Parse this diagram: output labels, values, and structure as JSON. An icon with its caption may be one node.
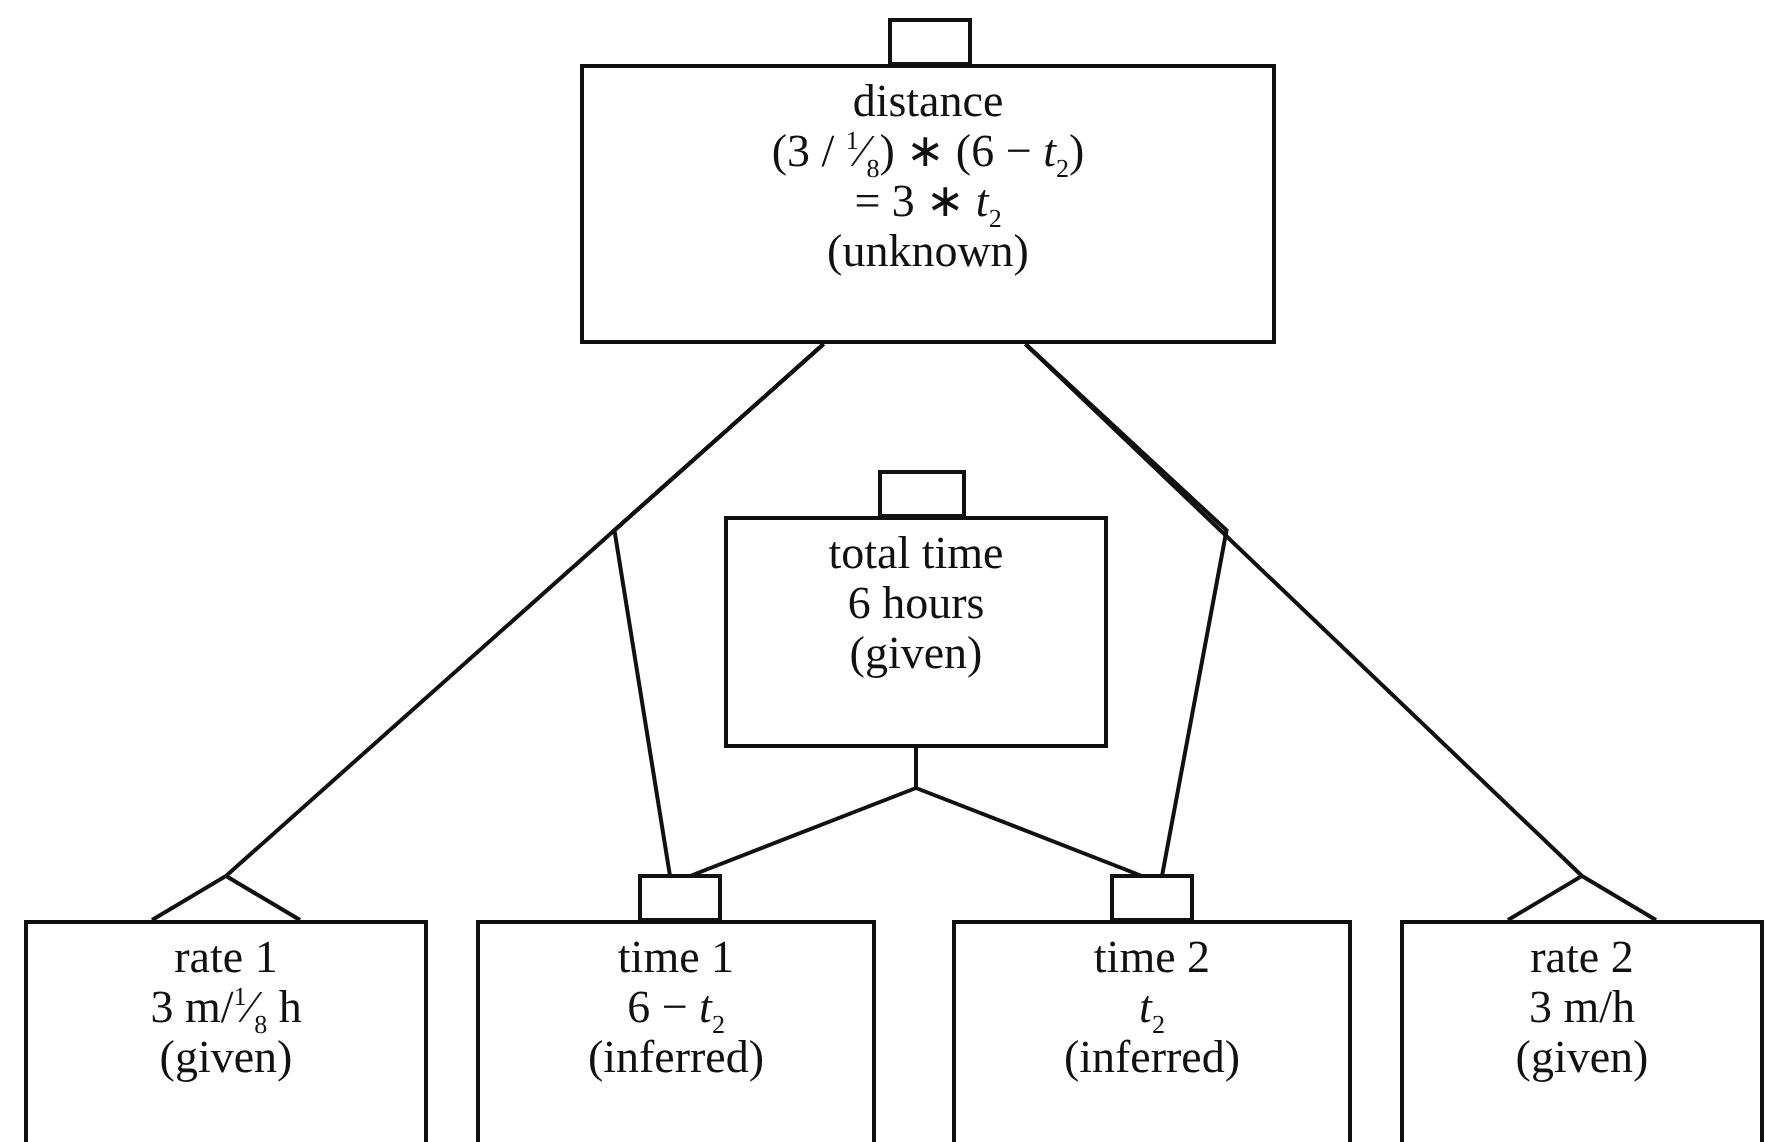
{
  "diagram": {
    "nodes": [
      {
        "text": [
          "distance",
          "(3 / $^{1}$⁄$_{8}$) ∗ (6 − *t*$_{2}$)",
          "= 3 ∗ *t*$_{2}$",
          "(unknown)"
        ]
      },
      {
        "text": [
          "total time",
          "6 hours",
          "(given)"
        ]
      },
      {
        "text": [
          "rate 1",
          "3 m/$^{1}$⁄$_{8}$ h",
          "(given)"
        ]
      },
      {
        "text": [
          "time 1",
          "6 − *t*$_{2}$",
          "(inferred)"
        ]
      },
      {
        "text": [
          "time 2",
          "*t*$_{2}$",
          "(inferred)"
        ]
      },
      {
        "text": [
          "rate 2",
          "3 m/h",
          "(given)"
        ]
      }
    ],
    "edges": [
      {
        "from": 0,
        "to": 2,
        "arrow": "none"
      },
      {
        "from": 0,
        "to": 3,
        "arrow": "none"
      },
      {
        "from": 0,
        "to": 4,
        "arrow": "none"
      },
      {
        "from": 0,
        "to": 5,
        "arrow": "none"
      },
      {
        "from": 1,
        "to": 3,
        "arrow": "none"
      },
      {
        "from": 1,
        "to": 4,
        "arrow": "none"
      }
    ]
  }
}
